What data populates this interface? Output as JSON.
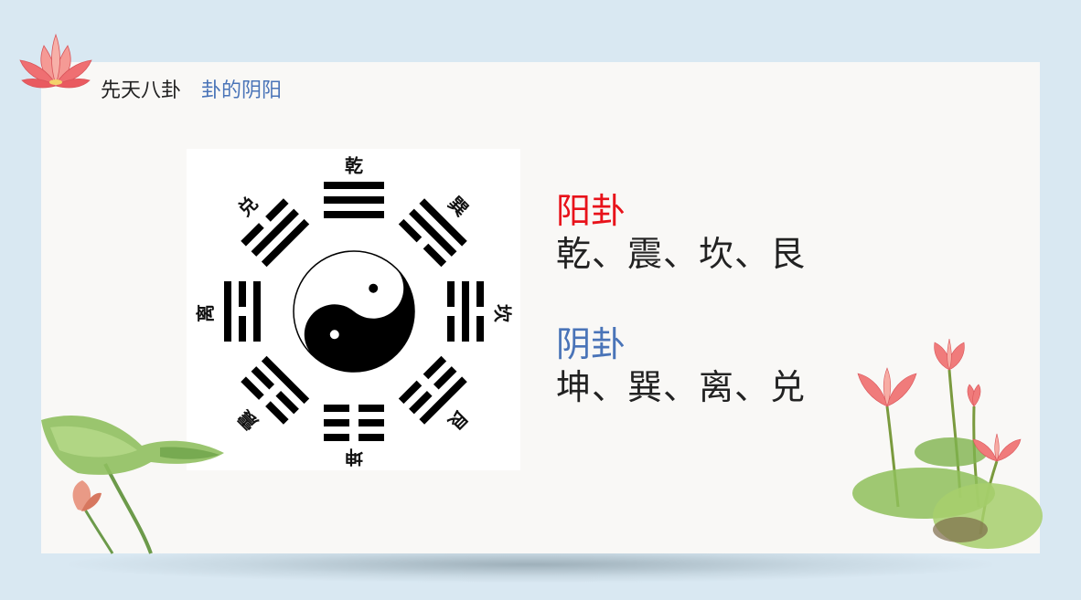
{
  "header": {
    "title": "先天八卦",
    "subtitle": "卦的阴阳"
  },
  "diagram": {
    "trigram_labels": {
      "top": "乾",
      "top_right": "巽",
      "right": "坎",
      "bottom_right": "艮",
      "bottom": "坤",
      "bottom_left": "震",
      "left": "离",
      "top_left": "兑"
    }
  },
  "content": {
    "yang_heading": "阳卦",
    "yang_list": "乾、震、坎、艮",
    "yin_heading": "阴卦",
    "yin_list": "坤、巽、离、兑"
  },
  "colors": {
    "yang": "#e8121a",
    "yin": "#4a74b8",
    "background": "#d9e8f2",
    "slide": "#f9f8f6"
  }
}
